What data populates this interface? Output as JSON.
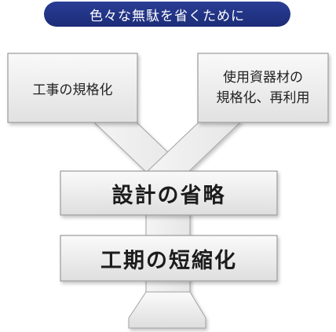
{
  "title": "色々な無駄を省くために",
  "left_box": {
    "text": "工事の規格化"
  },
  "right_box": {
    "lines": [
      "使用資器材の",
      "規格化、再利用"
    ]
  },
  "band_top": {
    "text": "設計の省略"
  },
  "band_bottom": {
    "text": "工期の短縮化"
  },
  "colors": {
    "title_background": "#1f2f80",
    "title_text": "#ffffff",
    "shape_fill": "#efefef",
    "shape_stroke": "#999999",
    "text": "#222222"
  }
}
